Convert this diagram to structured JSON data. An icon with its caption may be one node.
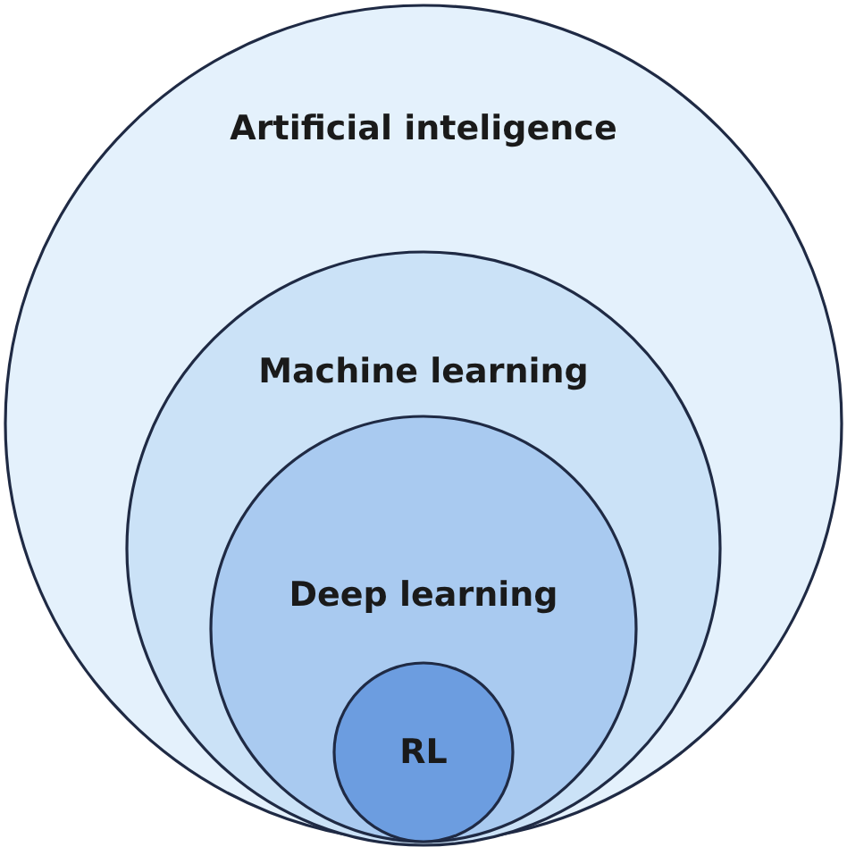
{
  "diagram": {
    "nodes": [
      {
        "text": [
          "Artificial inteligence"
        ]
      },
      {
        "text": [
          "Machine learning"
        ],
        "in": 0
      },
      {
        "text": [
          "Deep learning"
        ],
        "in": 1
      },
      {
        "text": [
          "RL"
        ],
        "in": 2
      }
    ]
  }
}
